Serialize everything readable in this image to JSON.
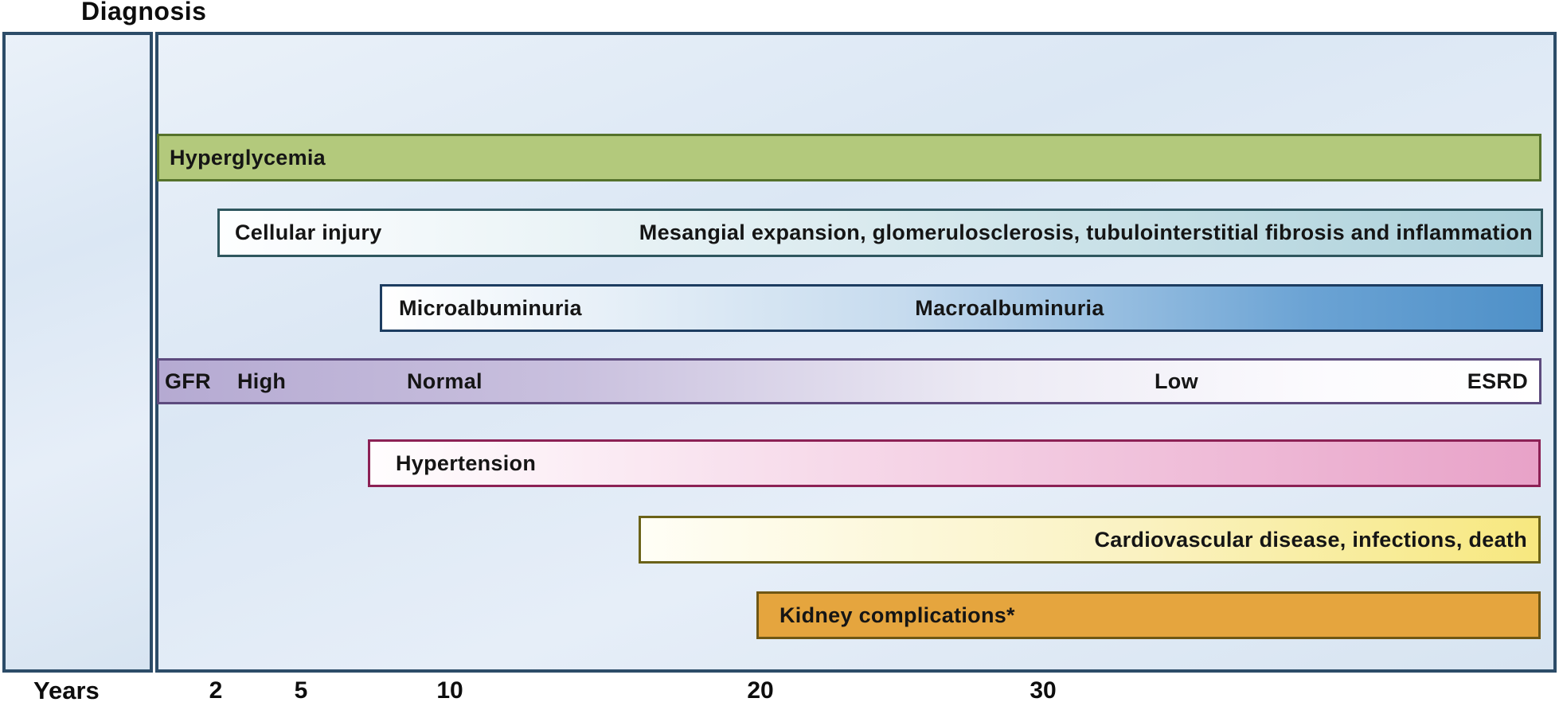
{
  "header": {
    "diagnosis_label": "Diagnosis"
  },
  "axis": {
    "label": "Years",
    "ticks": [
      "2",
      "5",
      "10",
      "20",
      "30"
    ]
  },
  "bars": {
    "hyperglycemia": {
      "label": "Hyperglycemia",
      "fill": "#b3c97c",
      "border": "#55722b"
    },
    "cellular": {
      "label": "Cellular injury",
      "detail": "Mesangial expansion, glomerulosclerosis, tubulointerstitial fibrosis and inflammation",
      "fill_start": "#fdfeff",
      "fill_end": "#abd0da",
      "border": "#2e565e"
    },
    "albuminuria": {
      "micro_label": "Microalbuminuria",
      "macro_label": "Macroalbuminuria",
      "fill_start": "#ffffff",
      "fill_end": "#4e90c8",
      "border": "#1c3c60"
    },
    "gfr": {
      "prefix": "GFR",
      "stages": [
        "High",
        "Normal",
        "Low",
        "ESRD"
      ],
      "fill_start": "#b5aad2",
      "fill_end": "#ffffff",
      "border": "#5d4b7e"
    },
    "hypertension": {
      "label": "Hypertension",
      "fill_start": "#fffdfe",
      "fill_end": "#e8a2c8",
      "border": "#8c2155"
    },
    "cardiovascular": {
      "label": "Cardiovascular disease, infections, death",
      "fill_start": "#fffef6",
      "fill_end": "#f7e87f",
      "border": "#6b6218"
    },
    "kidney": {
      "label": "Kidney complications*",
      "fill": "#e5a53e",
      "border": "#6f5714"
    }
  },
  "panel_style": {
    "border_color": "#2c4c68",
    "background_color": "#dde9f5"
  },
  "chart_data": {
    "type": "timeline",
    "title": "Diagnosis",
    "x_axis": {
      "label": "Years",
      "ticks": [
        2,
        5,
        10,
        20,
        30
      ],
      "range": [
        0,
        46
      ]
    },
    "rows": [
      {
        "label": "Hyperglycemia",
        "start_year": 0,
        "end_year": 46
      },
      {
        "label": "Cellular injury",
        "annotation": "Mesangial expansion, glomerulosclerosis, tubulointerstitial fibrosis and inflammation",
        "start_year": 2,
        "end_year": 46
      },
      {
        "label": "Microalbuminuria",
        "annotation": "Macroalbuminuria",
        "annotation_year": 25,
        "start_year": 7.5,
        "end_year": 46
      },
      {
        "label": "GFR",
        "stages": [
          {
            "text": "High",
            "year": 2.5
          },
          {
            "text": "Normal",
            "year": 9
          },
          {
            "text": "Low",
            "year": 34
          },
          {
            "text": "ESRD",
            "year": 45
          }
        ],
        "start_year": 0,
        "end_year": 46
      },
      {
        "label": "Hypertension",
        "start_year": 7,
        "end_year": 46
      },
      {
        "label": "Cardiovascular disease, infections, death",
        "start_year": 16,
        "end_year": 46
      },
      {
        "label": "Kidney complications*",
        "start_year": 20,
        "end_year": 46
      }
    ],
    "legend_position": "none",
    "grid": false
  }
}
